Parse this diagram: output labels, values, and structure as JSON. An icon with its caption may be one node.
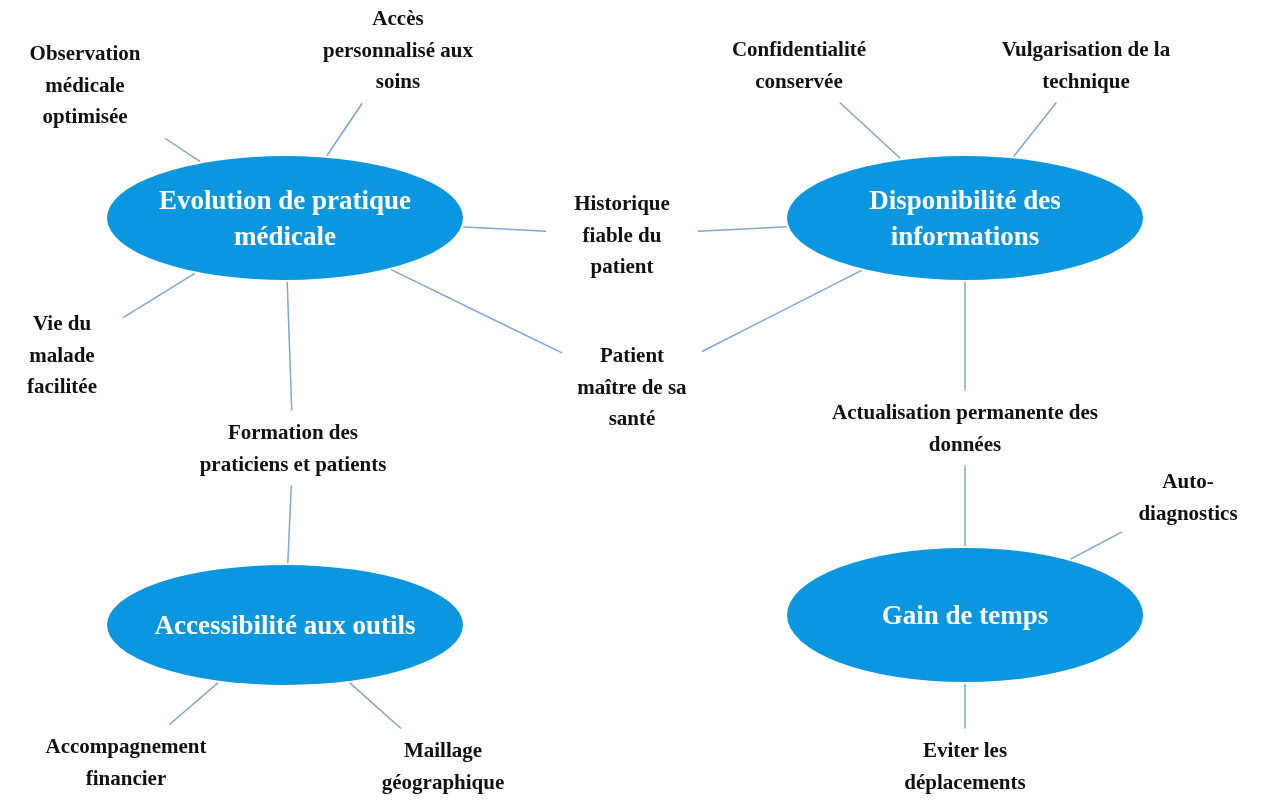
{
  "diagram": {
    "nodes": [
      {
        "text": [
          "Evolution de pratique médicale"
        ]
      },
      {
        "text": [
          "Disponibilité des informations"
        ]
      },
      {
        "text": [
          "Accessibilité aux outils"
        ]
      },
      {
        "text": [
          "Gain de temps"
        ]
      },
      {
        "text": [
          "Observation médicale optimisée"
        ]
      },
      {
        "text": [
          "Accès personnalisé aux soins"
        ]
      },
      {
        "text": [
          "Vie du malade facilitée"
        ]
      },
      {
        "text": [
          "Historique fiable du patient"
        ]
      },
      {
        "text": [
          "Patient maître de sa santé"
        ]
      },
      {
        "text": [
          "Formation des praticiens et patients"
        ]
      },
      {
        "text": [
          "Confidentialité conservée"
        ]
      },
      {
        "text": [
          "Vulgarisation de la technique"
        ]
      },
      {
        "text": [
          "Actualisation permanente des données"
        ]
      },
      {
        "text": [
          "Auto-diagnostics"
        ]
      },
      {
        "text": [
          "Accompagnement financier"
        ]
      },
      {
        "text": [
          "Maillage géographique"
        ]
      },
      {
        "text": [
          "Eviter les déplacements"
        ]
      }
    ],
    "edges": [
      {
        "from": 0,
        "to": 4,
        "arrow": "none"
      },
      {
        "from": 0,
        "to": 5,
        "arrow": "none"
      },
      {
        "from": 0,
        "to": 6,
        "arrow": "none"
      },
      {
        "from": 0,
        "to": 7,
        "arrow": "none"
      },
      {
        "from": 0,
        "to": 8,
        "arrow": "none"
      },
      {
        "from": 0,
        "to": 9,
        "arrow": "none"
      },
      {
        "from": 9,
        "to": 2,
        "arrow": "none"
      },
      {
        "from": 1,
        "to": 7,
        "arrow": "none"
      },
      {
        "from": 1,
        "to": 8,
        "arrow": "none"
      },
      {
        "from": 1,
        "to": 10,
        "arrow": "none"
      },
      {
        "from": 1,
        "to": 11,
        "arrow": "none"
      },
      {
        "from": 1,
        "to": 12,
        "arrow": "none"
      },
      {
        "from": 12,
        "to": 3,
        "arrow": "none"
      },
      {
        "from": 3,
        "to": 13,
        "arrow": "none"
      },
      {
        "from": 2,
        "to": 14,
        "arrow": "none"
      },
      {
        "from": 2,
        "to": 15,
        "arrow": "none"
      },
      {
        "from": 3,
        "to": 16,
        "arrow": "none"
      }
    ]
  }
}
